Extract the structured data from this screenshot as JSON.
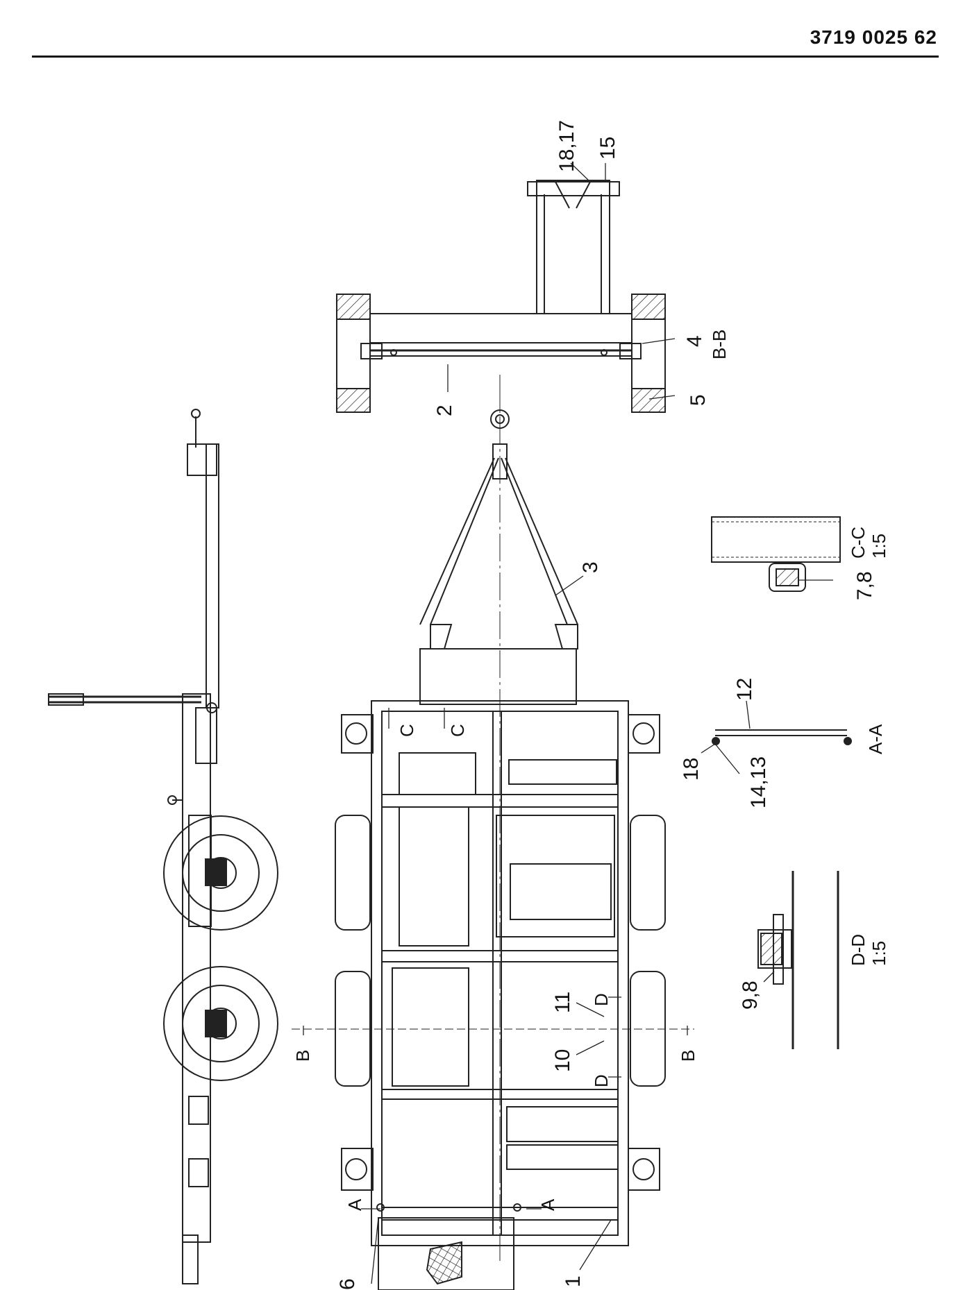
{
  "header": {
    "doc_number": "3719 0025 62"
  },
  "callouts": {
    "c1": "1",
    "c2": "2",
    "c3": "3",
    "c4": "4",
    "c5": "5",
    "c6": "6",
    "c7_8": "7,8",
    "c9_8": "9,8",
    "c10": "10",
    "c11": "11",
    "c12": "12",
    "c14_13": "14,13",
    "c15": "15",
    "c18": "18",
    "c18_17": "18,17"
  },
  "sections": {
    "a": "A",
    "a_view": "A-A",
    "b": "B",
    "b_view": "B-B",
    "c": "C",
    "c_view": "C-C",
    "c_scale": "1:5",
    "d": "D",
    "d_view": "D-D",
    "d_scale": "1:5"
  }
}
